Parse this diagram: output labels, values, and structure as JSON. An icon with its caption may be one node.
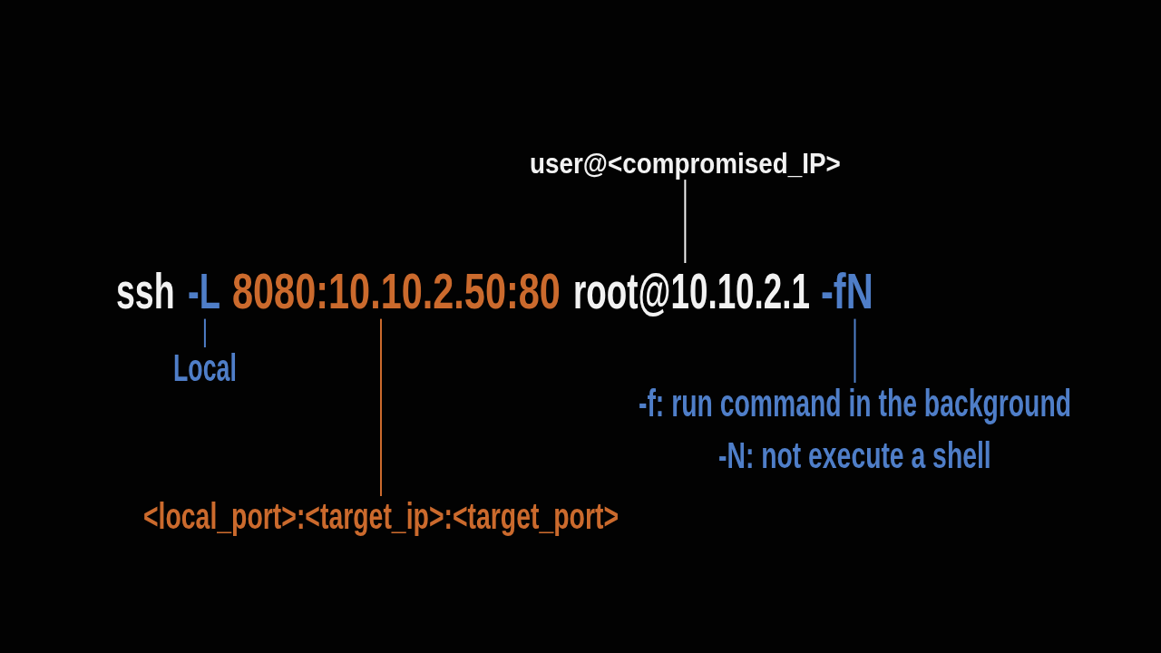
{
  "diagram": {
    "nodes": [
      {
        "text": [
          "user@<compromised_IP>"
        ]
      },
      {
        "text": [
          "-L"
        ]
      },
      {
        "text": [
          "8080:10.10.2.50:80"
        ]
      },
      {
        "text": [
          "root@10.10.2.1"
        ]
      },
      {
        "text": [
          "-fN"
        ]
      },
      {
        "text": [
          "Local"
        ]
      },
      {
        "text": [
          "<local_port>:<target_ip>:<target_port>"
        ]
      },
      {
        "text": [
          "-f: run command in the background",
          "-N: not execute a shell"
        ]
      }
    ],
    "edges": [
      {
        "from": 0,
        "to": 3,
        "arrow": "none",
        "color": "#f2f2f2"
      },
      {
        "from": 5,
        "to": 1,
        "arrow": "none"
      },
      {
        "from": 6,
        "to": 2,
        "arrow": "none",
        "color": "#cb6a2d"
      },
      {
        "from": 7,
        "to": 4,
        "arrow": "none"
      }
    ],
    "labels": [
      "ssh"
    ]
  }
}
